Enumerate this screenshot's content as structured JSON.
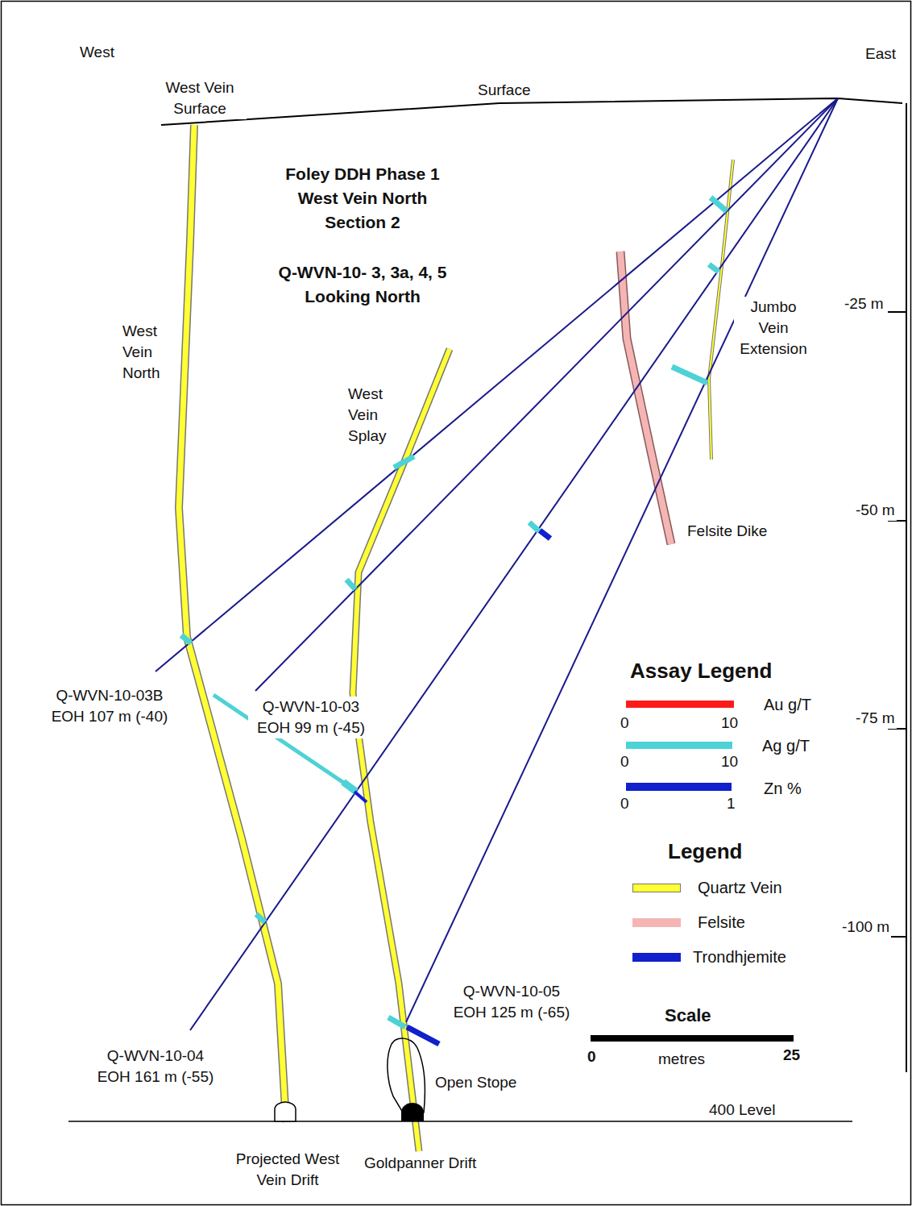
{
  "diagram": {
    "title": "Foley DDH Phase 1 West Vein North Section 2",
    "labels": [
      "West",
      "East",
      "Surface",
      "West Vein Surface",
      "Q-WVN-10- 3, 3a, 4, 5 Looking North",
      "West Vein North",
      "West Vein Splay",
      "Jumbo Vein Extension",
      "Felsite Dike",
      "-25 m",
      "-50 m",
      "-75 m",
      "-100 m",
      "Q-WVN-10-03B EOH 107 m (-40)",
      "Q-WVN-10-03 EOH 99 m (-45)",
      "Q-WVN-10-04 EOH 161 m (-55)",
      "Q-WVN-10-05 EOH 125 m (-65)",
      "Open Stope",
      "400 Level",
      "Projected West Vein Drift",
      "Goldpanner Drift",
      "Assay Legend",
      "0",
      "10",
      "0",
      "10",
      "0",
      "1",
      "Legend",
      "Scale",
      "0",
      "metres",
      "25"
    ],
    "legend": [
      {
        "text": "Au g/T",
        "color": "#ff1a1a"
      },
      {
        "text": "Ag g/T",
        "color": "#4dd2d6"
      },
      {
        "text": "Zn %",
        "color": "#1020cc"
      },
      {
        "text": "Quartz Vein",
        "color": "#ffff33"
      },
      {
        "text": "Felsite",
        "color": "#f5b5b5"
      },
      {
        "text": "Trondhjemite",
        "color": "#1020cc"
      }
    ]
  }
}
